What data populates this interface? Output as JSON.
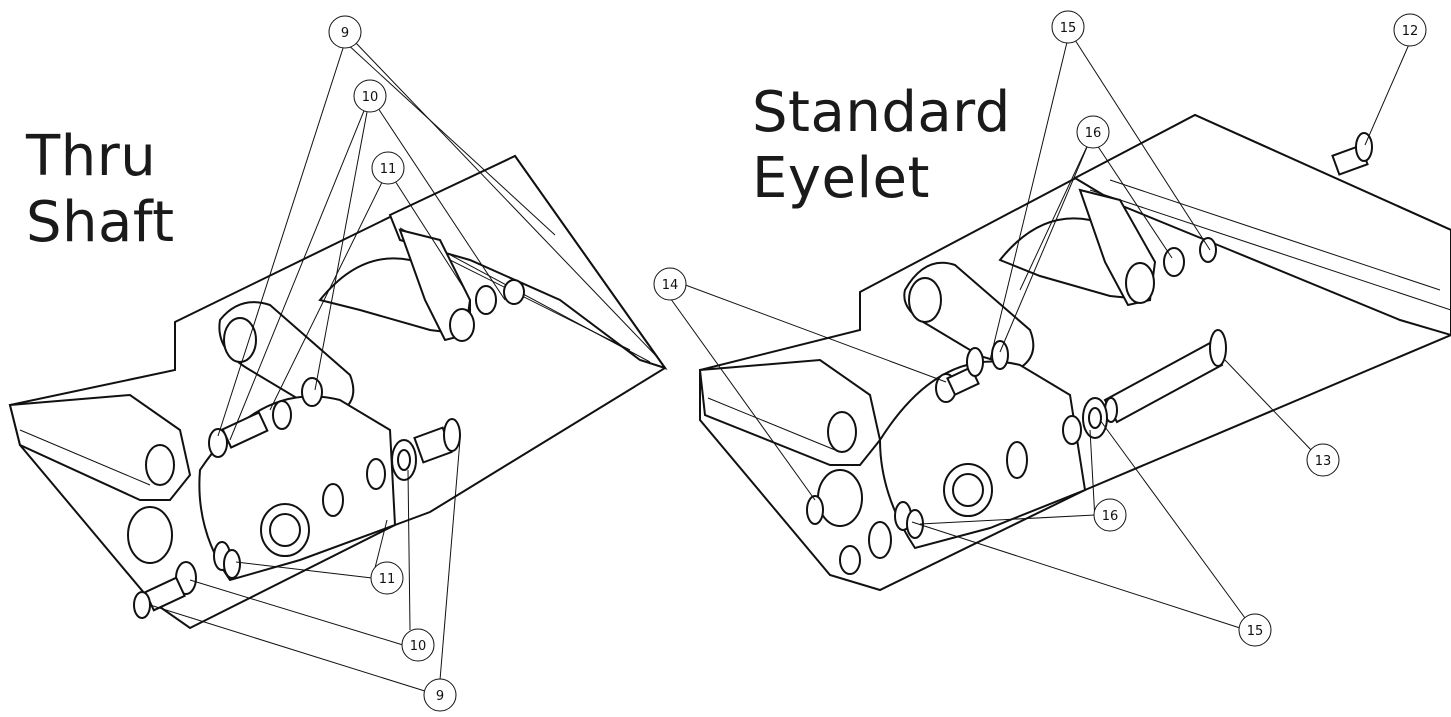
{
  "titles": {
    "left": [
      "Thru",
      "Shaft"
    ],
    "right": [
      "Standard",
      "Eyelet"
    ]
  },
  "callouts": {
    "left": [
      "9",
      "10",
      "11",
      "11",
      "10",
      "9"
    ],
    "right": [
      "15",
      "12",
      "16",
      "14",
      "13",
      "16",
      "15"
    ]
  }
}
